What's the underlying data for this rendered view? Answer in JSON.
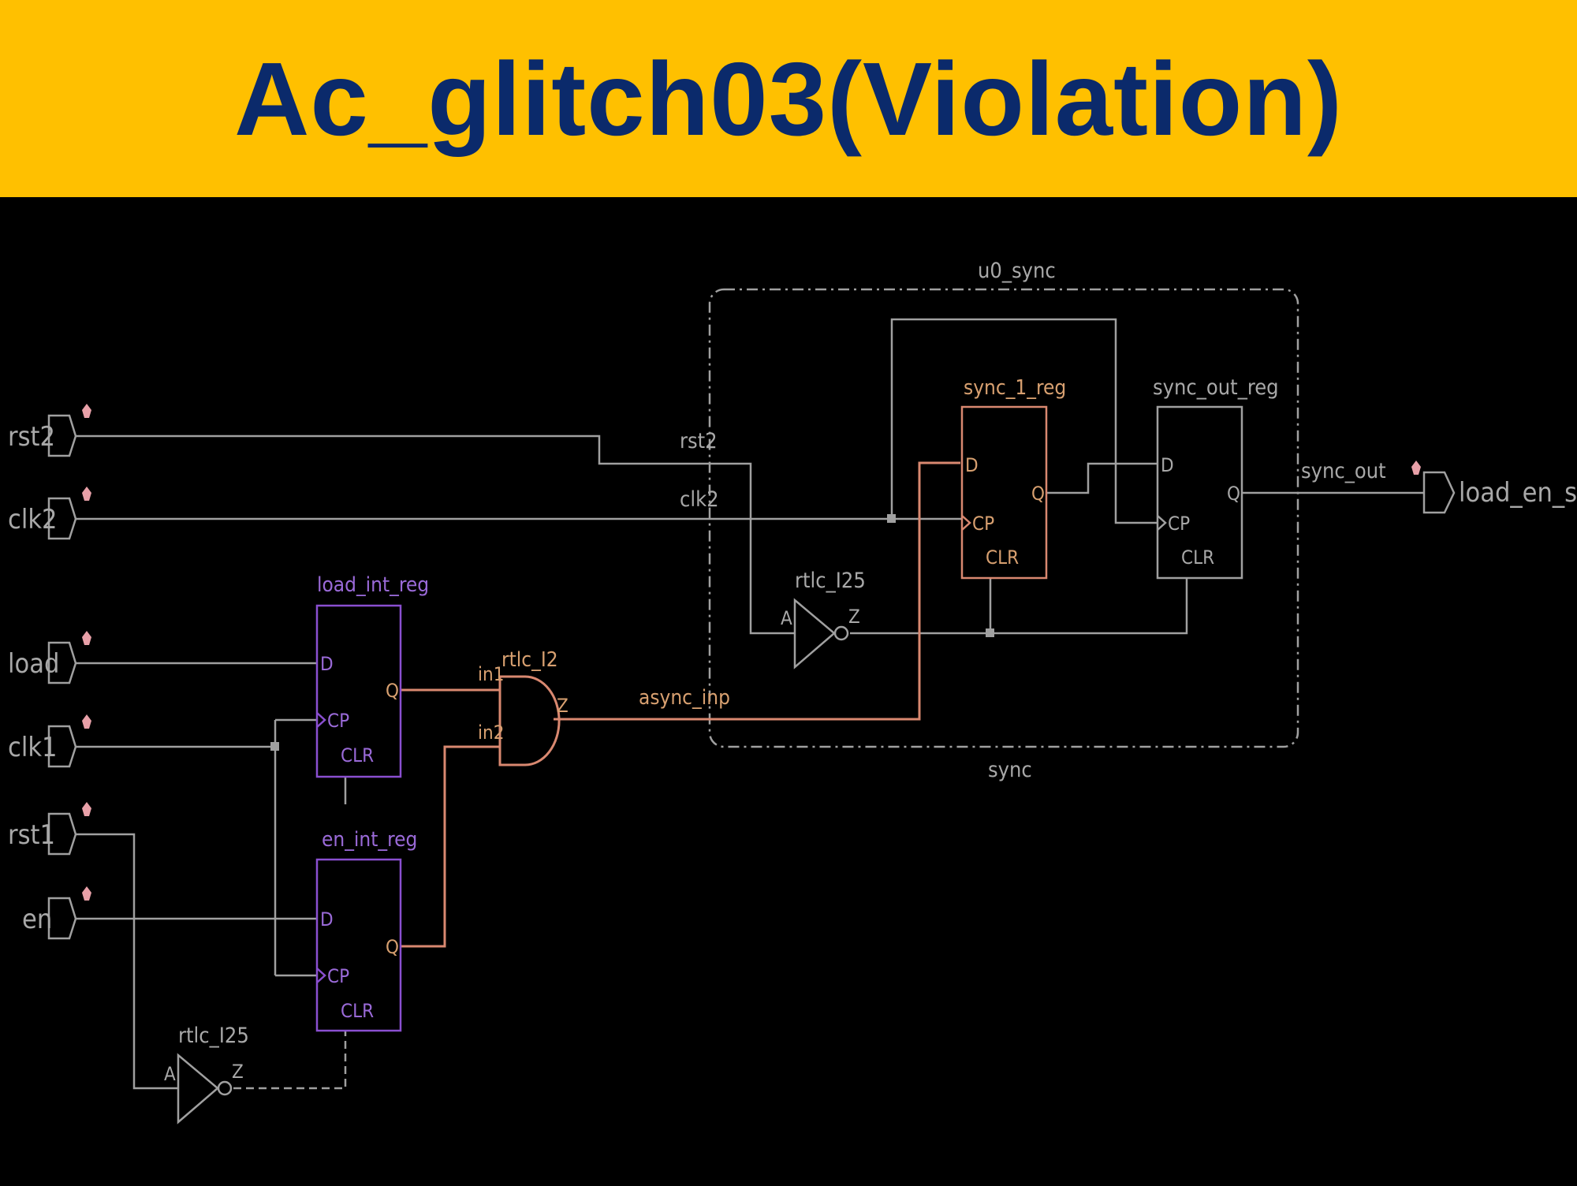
{
  "title": "Ac_glitch03(Violation)",
  "ports": {
    "rst2": "rst2",
    "clk2": "clk2",
    "load": "load",
    "clk1": "clk1",
    "rst1": "rst1",
    "en": "en",
    "load_en_sync": "load_en_sync"
  },
  "instances": {
    "load_int_reg": "load_int_reg",
    "en_int_reg": "en_int_reg",
    "and_gate": "rtlc_I2",
    "inv_bottom": "rtlc_I25",
    "inv_sync": "rtlc_I25",
    "sync_1_reg": "sync_1_reg",
    "sync_out_reg": "sync_out_reg",
    "hier_top": "u0_sync",
    "hier_bottom": "sync"
  },
  "nets": {
    "rst2": "rst2",
    "clk2": "clk2",
    "async_inp": "async_inp",
    "sync_out": "sync_out"
  },
  "pins": {
    "D": "D",
    "CP": "CP",
    "CLR": "CLR",
    "Q": "Q",
    "A": "A",
    "Z": "Z",
    "in1": "in1",
    "in2": "in2"
  },
  "colors": {
    "banner": "#ffc000",
    "title": "#0b2a6b",
    "background": "#000000",
    "wire": "#a0a0a0",
    "highlight_wire": "#d98870",
    "source_reg": "#8a4fd0",
    "dest_reg": "#d98870"
  }
}
